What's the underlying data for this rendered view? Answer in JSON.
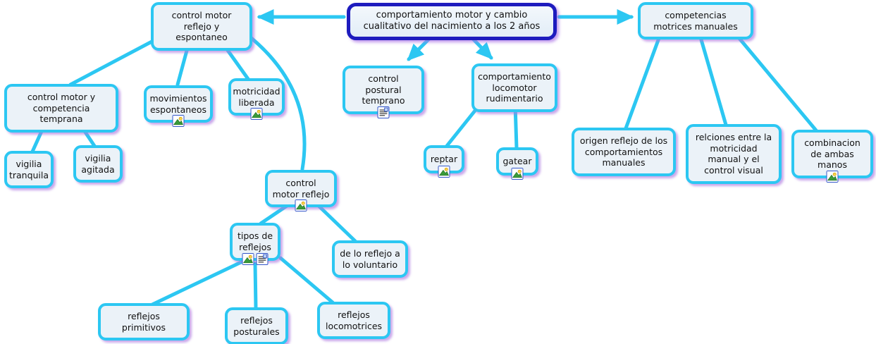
{
  "diagram_type": "concept-map",
  "colors": {
    "connector": "#2cc7f2",
    "node_border": "#2cc7f2",
    "node_fill": "#ebf2f8",
    "root_border": "#1d1bbe",
    "shadow": "#ad7ae0",
    "text": "#111111"
  },
  "icon_legend": {
    "image": "image-resource-icon",
    "document": "text-document-resource-icon"
  },
  "nodes": {
    "root": {
      "label": "comportamiento motor y cambio cualitativo del nacimiento a los 2 años",
      "icons": []
    },
    "control_motor_reflejo_espontaneo": {
      "label": "control motor reflejo y espontaneo",
      "icons": []
    },
    "competencias_motrices_manuales": {
      "label": "competencias motrices manuales",
      "icons": []
    },
    "control_postural_temprano": {
      "label": "control postural temprano",
      "icons": [
        "document"
      ]
    },
    "comportamiento_locomotor_rudimentario": {
      "label": "comportamiento locomotor rudimentario",
      "icons": []
    },
    "control_motor_competencia_temprana": {
      "label": "control motor y competencia temprana",
      "icons": []
    },
    "movimientos_espontaneos": {
      "label": "movimientos espontaneos",
      "icons": [
        "image"
      ]
    },
    "motricidad_liberada": {
      "label": "motricidad liberada",
      "icons": [
        "image"
      ]
    },
    "vigilia_tranquila": {
      "label": "vigilia tranquila",
      "icons": []
    },
    "vigilia_agitada": {
      "label": "vigilia agitada",
      "icons": []
    },
    "control_motor_reflejo": {
      "label": "control motor reflejo",
      "icons": [
        "image"
      ]
    },
    "tipos_de_reflejos": {
      "label": "tipos de reflejos",
      "icons": [
        "image",
        "document"
      ]
    },
    "de_lo_reflejo_a_lo_voluntario": {
      "label": "de lo reflejo a lo voluntario",
      "icons": []
    },
    "reflejos_primitivos": {
      "label": "reflejos primitivos",
      "icons": []
    },
    "reflejos_posturales": {
      "label": "reflejos posturales",
      "icons": []
    },
    "reflejos_locomotrices": {
      "label": "reflejos locomotrices",
      "icons": []
    },
    "reptar": {
      "label": "reptar",
      "icons": [
        "image"
      ]
    },
    "gatear": {
      "label": "gatear",
      "icons": [
        "image"
      ]
    },
    "origen_reflejo_comportamientos_manuales": {
      "label": "origen reflejo de los comportamientos manuales",
      "icons": []
    },
    "relaciones_motricidad_control_visual": {
      "label": "relciones entre la motricidad manual y el control visual",
      "icons": []
    },
    "combinacion_de_ambas_manos": {
      "label": "combinacion de ambas manos",
      "icons": [
        "image"
      ]
    }
  },
  "edges": [
    {
      "from": "root",
      "to": "control_motor_reflejo_espontaneo",
      "arrow": true
    },
    {
      "from": "root",
      "to": "competencias_motrices_manuales",
      "arrow": true
    },
    {
      "from": "root",
      "to": "control_postural_temprano",
      "arrow": true
    },
    {
      "from": "root",
      "to": "comportamiento_locomotor_rudimentario",
      "arrow": true
    },
    {
      "from": "control_motor_reflejo_espontaneo",
      "to": "control_motor_competencia_temprana",
      "arrow": false
    },
    {
      "from": "control_motor_reflejo_espontaneo",
      "to": "movimientos_espontaneos",
      "arrow": false
    },
    {
      "from": "control_motor_reflejo_espontaneo",
      "to": "motricidad_liberada",
      "arrow": false
    },
    {
      "from": "control_motor_reflejo_espontaneo",
      "to": "control_motor_reflejo",
      "arrow": false
    },
    {
      "from": "control_motor_competencia_temprana",
      "to": "vigilia_tranquila",
      "arrow": false
    },
    {
      "from": "control_motor_competencia_temprana",
      "to": "vigilia_agitada",
      "arrow": false
    },
    {
      "from": "control_motor_reflejo",
      "to": "tipos_de_reflejos",
      "arrow": false
    },
    {
      "from": "control_motor_reflejo",
      "to": "de_lo_reflejo_a_lo_voluntario",
      "arrow": false
    },
    {
      "from": "tipos_de_reflejos",
      "to": "reflejos_primitivos",
      "arrow": false
    },
    {
      "from": "tipos_de_reflejos",
      "to": "reflejos_posturales",
      "arrow": false
    },
    {
      "from": "tipos_de_reflejos",
      "to": "reflejos_locomotrices",
      "arrow": false
    },
    {
      "from": "comportamiento_locomotor_rudimentario",
      "to": "reptar",
      "arrow": false
    },
    {
      "from": "comportamiento_locomotor_rudimentario",
      "to": "gatear",
      "arrow": false
    },
    {
      "from": "competencias_motrices_manuales",
      "to": "origen_reflejo_comportamientos_manuales",
      "arrow": false
    },
    {
      "from": "competencias_motrices_manuales",
      "to": "relaciones_motricidad_control_visual",
      "arrow": false
    },
    {
      "from": "competencias_motrices_manuales",
      "to": "combinacion_de_ambas_manos",
      "arrow": false
    }
  ]
}
